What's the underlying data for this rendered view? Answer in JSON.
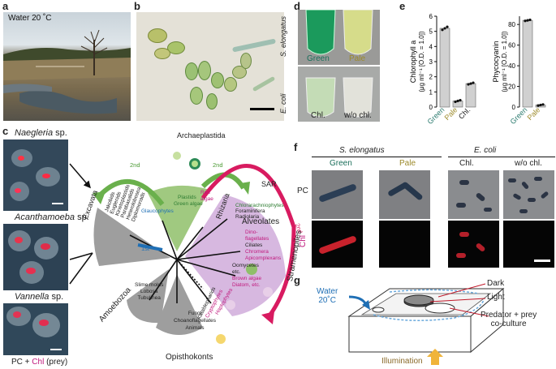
{
  "panels": {
    "a": {
      "label": "a",
      "caption": "Water 20 ˚C"
    },
    "b": {
      "label": "b"
    },
    "c": {
      "label": "c",
      "organisms": [
        "Naegleria",
        "Acanthamoeba",
        "Vannella"
      ],
      "sp": "sp.",
      "legend": {
        "prefix": "PC + ",
        "chl": "Chl",
        "suffix": " (prey)"
      },
      "tree": {
        "archaeplastida": "Archaeplastida",
        "plastid_labels": [
          "Plastids",
          "Green algae"
        ],
        "glaucophytes": "Glaucophytes",
        "red_algae": "Red algae",
        "second": "2nd",
        "first": "1st",
        "excavata": "Excavata",
        "excavata_items": [
          "Jakobids",
          "Euglenids",
          "Kinetoplastids",
          "Parabasalids",
          "Heterolobosea",
          "Diplomonads"
        ],
        "rhizaria": "Rhizaria",
        "rhizaria_items": [
          "Chlorarachniophytes",
          "Foraminifera",
          "Radiolaria"
        ],
        "sar": "SAR",
        "alveolates": "Alveolates",
        "alveolate_items": [
          "Dino-",
          "flagellates",
          "Ciliates",
          "Chromera",
          "Apicomplexans"
        ],
        "stramenopiles": "Stramenopiles",
        "stramenopile_items": [
          "Oomycetes",
          "etc.",
          "Brown algae",
          "Diatom, etc."
        ],
        "haptophytes": "Haptophytes",
        "cryptophytes": "Cryptophytes",
        "katablepharids": "Katablepharids",
        "amoebozoa": "Amoebozoa",
        "amoebozoa_items": [
          "Slime molds",
          "Lobosa",
          "Tubulinea"
        ],
        "opisthokonts": "Opisthokonts",
        "opisthokont_items": [
          "Fungi",
          "Choanoflagellates",
          "Animals"
        ]
      }
    },
    "d": {
      "label": "d",
      "rows": [
        "S. elongatus",
        "E. coli"
      ],
      "top_tubes": [
        "Green",
        "Pale"
      ],
      "bottom_tubes": [
        "Chl.",
        "w/o chl."
      ]
    },
    "e": {
      "label": "e"
    },
    "f": {
      "label": "f",
      "groups": [
        "S. elongatus",
        "E. coli"
      ],
      "columns": [
        "Green",
        "Pale",
        "Chl.",
        "w/o chl."
      ],
      "rows": [
        "PC",
        "Chl"
      ]
    },
    "g": {
      "label": "g",
      "water": "Water",
      "water_temp": "20˚C",
      "dark": "Dark",
      "light": "Light",
      "coculture": [
        "Predator + prey",
        "co-culture"
      ],
      "illumination": "Illumination"
    }
  },
  "chart_data": [
    {
      "type": "bar",
      "ylabel": "Chlorophyll a",
      "ylabel_unit": "(μg ml⁻¹ [O.D. = 1.0])",
      "categories": [
        "Green",
        "Pale",
        "Chl."
      ],
      "values": [
        5.2,
        0.4,
        1.55
      ],
      "points": [
        [
          5.1,
          5.2,
          5.3
        ],
        [
          0.35,
          0.4,
          0.45
        ],
        [
          1.5,
          1.55,
          1.6
        ]
      ],
      "yticks": [
        0,
        1,
        2,
        3,
        4,
        5,
        6
      ],
      "ylim": [
        0,
        6
      ]
    },
    {
      "type": "bar",
      "ylabel": "Phycocyanin",
      "ylabel_unit": "(μg ml⁻¹ [O.D. = 1.0])",
      "categories": [
        "Green",
        "Pale"
      ],
      "values": [
        84,
        2
      ],
      "points": [
        [
          83.5,
          84,
          84.5
        ],
        [
          1.5,
          2,
          2.5
        ]
      ],
      "yticks": [
        0,
        20,
        40,
        60,
        80
      ],
      "ylim": [
        0,
        88
      ]
    }
  ],
  "colors": {
    "green_label": "#2a7a6e",
    "pale_label": "#9c8a2a",
    "chl_magenta": "#c0197d",
    "arrow_green": "#6ab04c",
    "arrow_pink": "#d81b60",
    "arrow_blue": "#1f6fb5",
    "excavata_fill": "#9e9e9e",
    "sar_fill": "#d7b8e0",
    "archaeplastida_fill": "#8fbf6a"
  }
}
